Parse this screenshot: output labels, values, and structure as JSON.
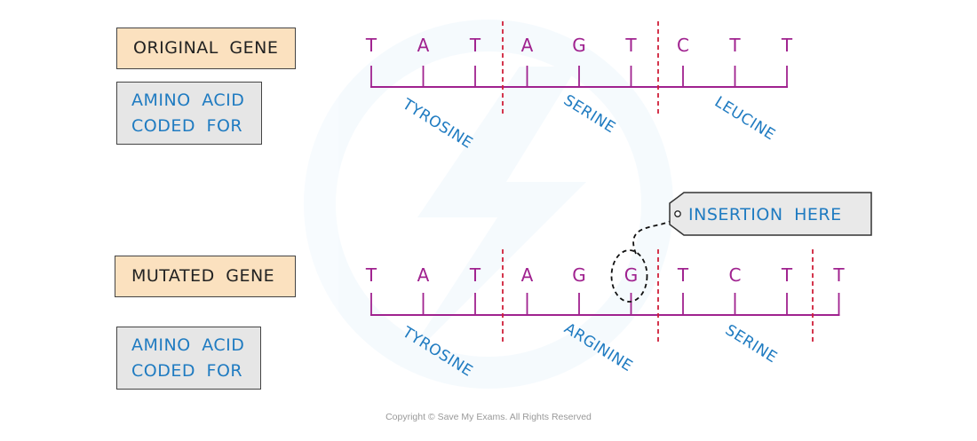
{
  "labels": {
    "original_gene": "ORIGINAL GENE",
    "mutated_gene": "MUTATED GENE",
    "amino_acid_line1": "AMINO ACID",
    "amino_acid_line2": "CODED FOR",
    "insertion_tag": "INSERTION HERE"
  },
  "original": {
    "bases": [
      "T",
      "A",
      "T",
      "A",
      "G",
      "T",
      "C",
      "T",
      "T"
    ],
    "amino_acids": [
      "TYROSINE",
      "SERINE",
      "LEUCINE"
    ]
  },
  "mutated": {
    "bases": [
      "T",
      "A",
      "T",
      "A",
      "G",
      "G",
      "T",
      "C",
      "T",
      "T"
    ],
    "amino_acids": [
      "TYROSINE",
      "ARGININE",
      "SERINE"
    ],
    "inserted_base_index": 5
  },
  "colors": {
    "dna": "#a0228f",
    "codon_divider": "#d0203a",
    "amino_text": "#1f7bc1",
    "gene_box": "#fbe1bf",
    "amino_box": "#e6e6e6",
    "tag_fill": "#e9e9e9"
  },
  "footer": "Copyright © Save My Exams. All Rights Reserved"
}
